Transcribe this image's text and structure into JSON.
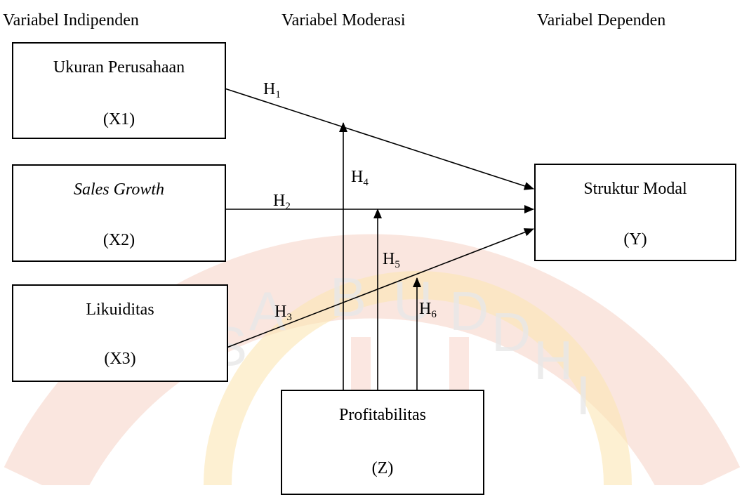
{
  "headers": {
    "independent": "Variabel Indipenden",
    "moderating": "Variabel Moderasi",
    "dependent": "Variabel Dependen"
  },
  "boxes": {
    "x1": {
      "name": "Ukuran Perusahaan",
      "code": "(X1)"
    },
    "x2": {
      "name": "Sales Growth",
      "code": "(X2)"
    },
    "x3": {
      "name": "Likuiditas",
      "code": "(X3)"
    },
    "y": {
      "name": "Struktur Modal",
      "code": "(Y)"
    },
    "z": {
      "name": "Profitabilitas",
      "code": "(Z)"
    }
  },
  "hypotheses": {
    "h1": {
      "letter": "H",
      "num": "1"
    },
    "h2": {
      "letter": "H",
      "num": "2"
    },
    "h3": {
      "letter": "H",
      "num": "3"
    },
    "h4": {
      "letter": "H",
      "num": "4"
    },
    "h5": {
      "letter": "H",
      "num": "5"
    },
    "h6": {
      "letter": "H",
      "num": "6"
    }
  },
  "watermark": {
    "text": "BUDDHI",
    "colors": [
      "#f4c9b6",
      "#fbe3a8"
    ]
  },
  "colors": {
    "line": "#000000"
  }
}
